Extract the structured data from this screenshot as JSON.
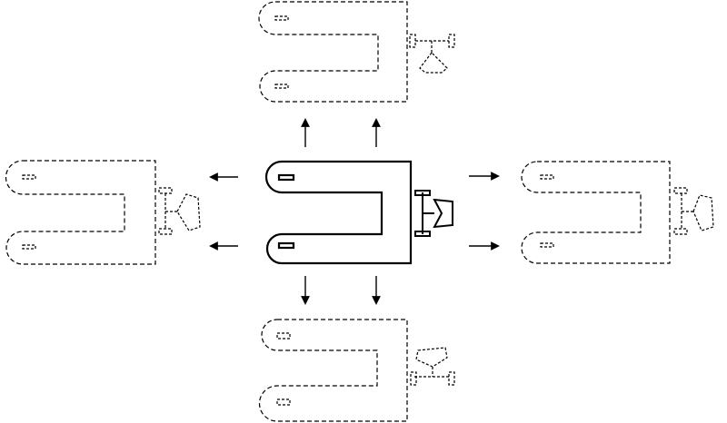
{
  "diagram": {
    "description_visible_text": "",
    "colors": {
      "stroke": "#000000",
      "background": "#ffffff"
    },
    "center_piece": {
      "style": "solid"
    },
    "ghost_pieces": [
      {
        "name": "top",
        "style": "dashed"
      },
      {
        "name": "left",
        "style": "dashed"
      },
      {
        "name": "right",
        "style": "dashed"
      },
      {
        "name": "bottom",
        "style": "dashed"
      }
    ],
    "arrows": [
      {
        "name": "arrow-up-left",
        "direction": "up"
      },
      {
        "name": "arrow-up-right",
        "direction": "up"
      },
      {
        "name": "arrow-left-top",
        "direction": "left"
      },
      {
        "name": "arrow-left-bottom",
        "direction": "left"
      },
      {
        "name": "arrow-right-top",
        "direction": "right"
      },
      {
        "name": "arrow-right-bottom",
        "direction": "right"
      },
      {
        "name": "arrow-down-left",
        "direction": "down"
      },
      {
        "name": "arrow-down-right",
        "direction": "down"
      }
    ]
  }
}
